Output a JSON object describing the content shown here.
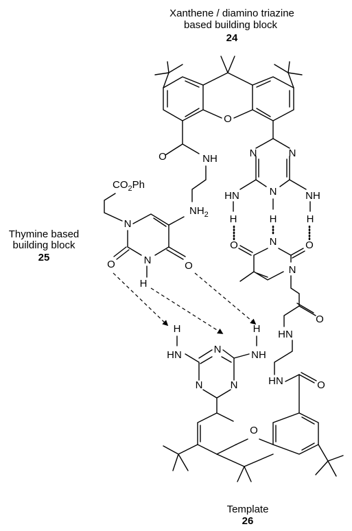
{
  "captions": {
    "block24": {
      "line1": "Xanthene / diamino triazine",
      "line2": "based building block",
      "number": "24"
    },
    "block25": {
      "line1": "Thymine based",
      "line2": "building block",
      "number": "25"
    },
    "template26": {
      "line1": "Template",
      "number": "26"
    }
  },
  "atoms": {
    "O": "O",
    "N": "N",
    "NH": "NH",
    "HN": "HN",
    "H": "H",
    "NH2": "NH",
    "NH2_sub": "2",
    "CO2Ph_a": "CO",
    "CO2Ph_sub": "2",
    "CO2Ph_b": "Ph"
  },
  "colors": {
    "ink": "#000000",
    "background": "#ffffff"
  }
}
